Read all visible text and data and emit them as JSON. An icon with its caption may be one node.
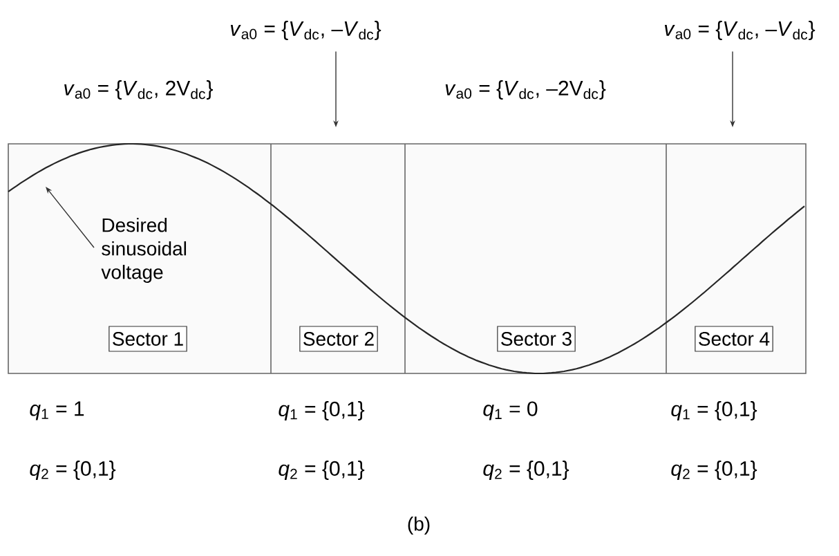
{
  "diagram": {
    "caption": "(b)",
    "nodes": [
      {
        "text": [
          "Sector 1"
        ]
      },
      {
        "text": [
          "Sector 2"
        ]
      },
      {
        "text": [
          "Sector 3"
        ]
      },
      {
        "text": [
          "Sector 4"
        ]
      },
      {
        "text": [
          "*v*$_{a0}$ = {*V*$_{dc}$, –*V*$_{dc}$}"
        ]
      },
      {
        "text": [
          "*v*$_{a0}$ = {*V*$_{dc}$, –*V*$_{dc}$}"
        ]
      },
      {
        "text": [
          "Desired sinusoidal voltage"
        ]
      }
    ],
    "edges": [
      {
        "from": 4,
        "to": null,
        "arrow": "to"
      },
      {
        "from": 5,
        "to": null,
        "arrow": "to"
      },
      {
        "from": 6,
        "to": null,
        "arrow": "to"
      }
    ],
    "labels": [
      "*v*$_{a0}$ = {*V*$_{dc}$, 2V$_{dc}$}",
      "*v*$_{a0}$ = {*V*$_{dc}$, –2V$_{dc}$}",
      "*q*$_{1}$ = 1",
      "*q*$_{1}$ = {0,1}",
      "*q*$_{1}$ = 0",
      "*q*$_{1}$ = {0,1}",
      "*q*$_{2}$ = {0,1}",
      "*q*$_{2}$ = {0,1}",
      "*q*$_{2}$ = {0,1}",
      "*q*$_{2}$ = {0,1}"
    ]
  }
}
